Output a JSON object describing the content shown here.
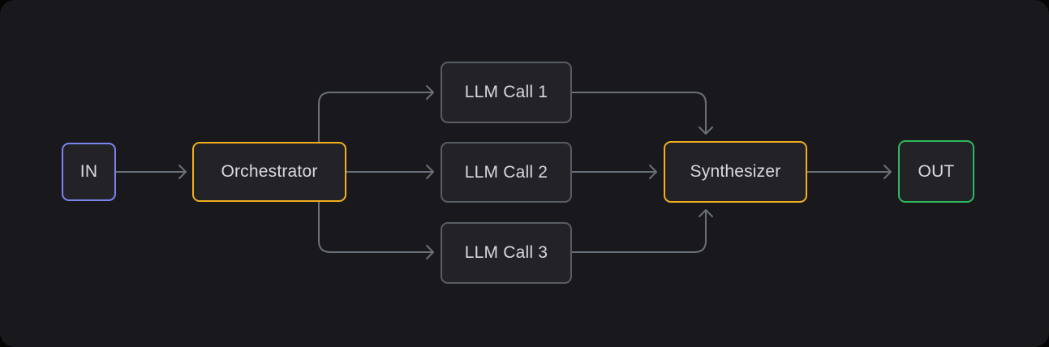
{
  "colors": {
    "outer": "#050505",
    "panel": "#19191d",
    "nodefill": "#232327",
    "nodetext": "#d8d9dc",
    "line": "#6a6f78",
    "border-gray": "#575c66",
    "border-indigo": "#7a85f0",
    "border-amber": "#f2ae1d",
    "border-green": "#2eb85c"
  },
  "nodes": [
    {
      "id": "in",
      "label": "IN",
      "border_color": "#7a85f0"
    },
    {
      "id": "orchestrator",
      "label": "Orchestrator",
      "border_color": "#f2ae1d"
    },
    {
      "id": "llm-call-1",
      "label": "LLM Call 1",
      "border_color": "#575c66"
    },
    {
      "id": "llm-call-2",
      "label": "LLM Call 2",
      "border_color": "#575c66"
    },
    {
      "id": "llm-call-3",
      "label": "LLM Call 3",
      "border_color": "#575c66"
    },
    {
      "id": "synthesizer",
      "label": "Synthesizer",
      "border_color": "#f2ae1d"
    },
    {
      "id": "out",
      "label": "OUT",
      "border_color": "#2eb85c"
    }
  ],
  "edges": [
    {
      "from": "in",
      "to": "orchestrator"
    },
    {
      "from": "orchestrator",
      "to": "llm-call-1"
    },
    {
      "from": "orchestrator",
      "to": "llm-call-2"
    },
    {
      "from": "orchestrator",
      "to": "llm-call-3"
    },
    {
      "from": "llm-call-1",
      "to": "synthesizer"
    },
    {
      "from": "llm-call-2",
      "to": "synthesizer"
    },
    {
      "from": "llm-call-3",
      "to": "synthesizer"
    },
    {
      "from": "synthesizer",
      "to": "out"
    }
  ]
}
